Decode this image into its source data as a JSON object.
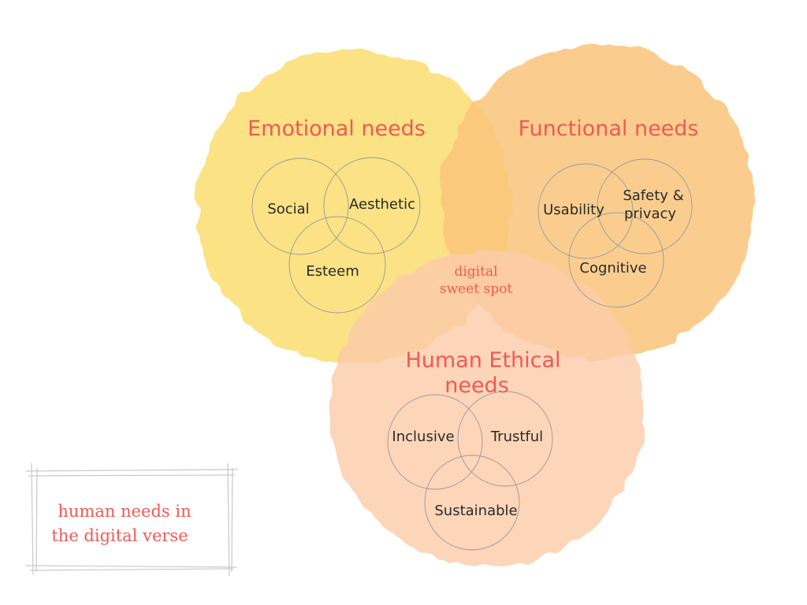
{
  "colors": {
    "emotional_fill": "#fbe07a",
    "functional_fill": "#f9c479",
    "ethical_fill": "#fcccaa",
    "title_accent": "#ef5a55",
    "label_text": "#2a2a2a"
  },
  "groups": {
    "emotional": {
      "title": "Emotional needs",
      "items": [
        "Social",
        "Aesthetic",
        "Esteem"
      ]
    },
    "functional": {
      "title": "Functional needs",
      "items": [
        "Usability",
        "Safety &",
        "privacy",
        "Cognitive"
      ]
    },
    "ethical": {
      "title_line1": "Human Ethical",
      "title_line2": "needs",
      "items": [
        "Inclusive",
        "Trustful",
        "Sustainable"
      ]
    }
  },
  "center": {
    "line1": "digital",
    "line2": "sweet spot"
  },
  "note": {
    "line1": "human needs in",
    "line2": "the digital verse"
  }
}
